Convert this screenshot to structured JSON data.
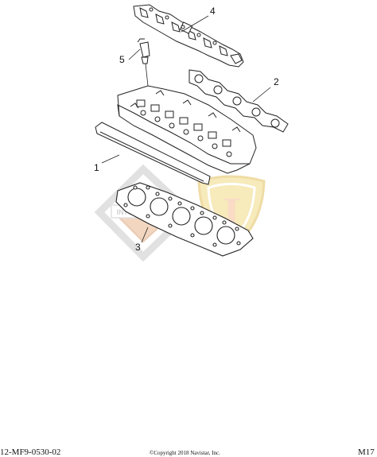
{
  "callouts": {
    "c1": "1",
    "c2": "2",
    "c3": "3",
    "c4": "4",
    "c5": "5"
  },
  "watermark": {
    "text": "INTERNATIONAL",
    "letter": "I",
    "colors": {
      "orange": "#e9b58c",
      "gold": "#f3dd8e",
      "gray": "#c9c9c9"
    }
  },
  "footer": {
    "part_code": "12-MF9-0530-02",
    "copyright": "©Copyright 2018 Navistar, Inc.",
    "page_code": "M17"
  }
}
